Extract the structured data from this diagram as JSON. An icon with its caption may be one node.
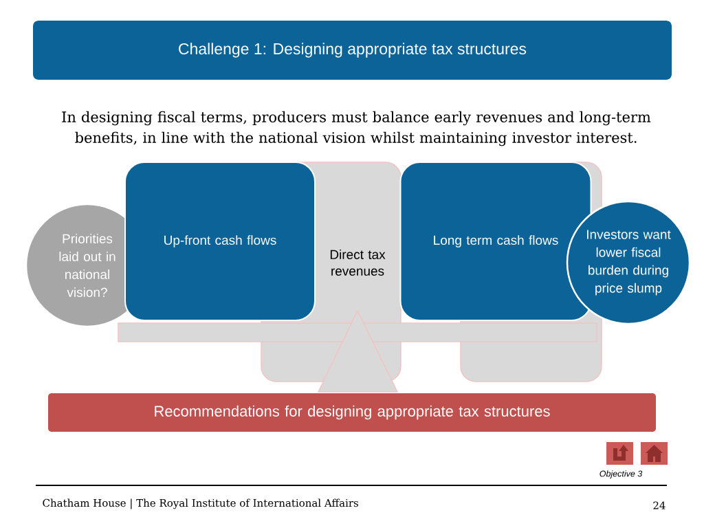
{
  "diagram": {
    "title": "Challenge 1: Designing appropriate tax structures",
    "nodes": [
      {
        "text": [
          "Priorities laid out in national vision?"
        ]
      },
      {
        "text": [
          "Up-front cash flows"
        ]
      },
      {
        "text": [
          "Direct tax revenues"
        ]
      },
      {
        "text": [
          "Long term cash flows"
        ]
      },
      {
        "text": [],
        "shape": "box"
      },
      {
        "text": [
          "Investors want lower fiscal burden during price slump"
        ]
      },
      {
        "text": [
          "Recommendations for designing appropriate tax structures"
        ]
      }
    ],
    "labels": [
      "In designing fiscal terms, producers must balance early revenues and long-term benefits, in line with the national vision whilst maintaining investor interest.",
      "Objective 3",
      "Chatham House | The Royal Institute of International Affairs",
      "24"
    ]
  }
}
